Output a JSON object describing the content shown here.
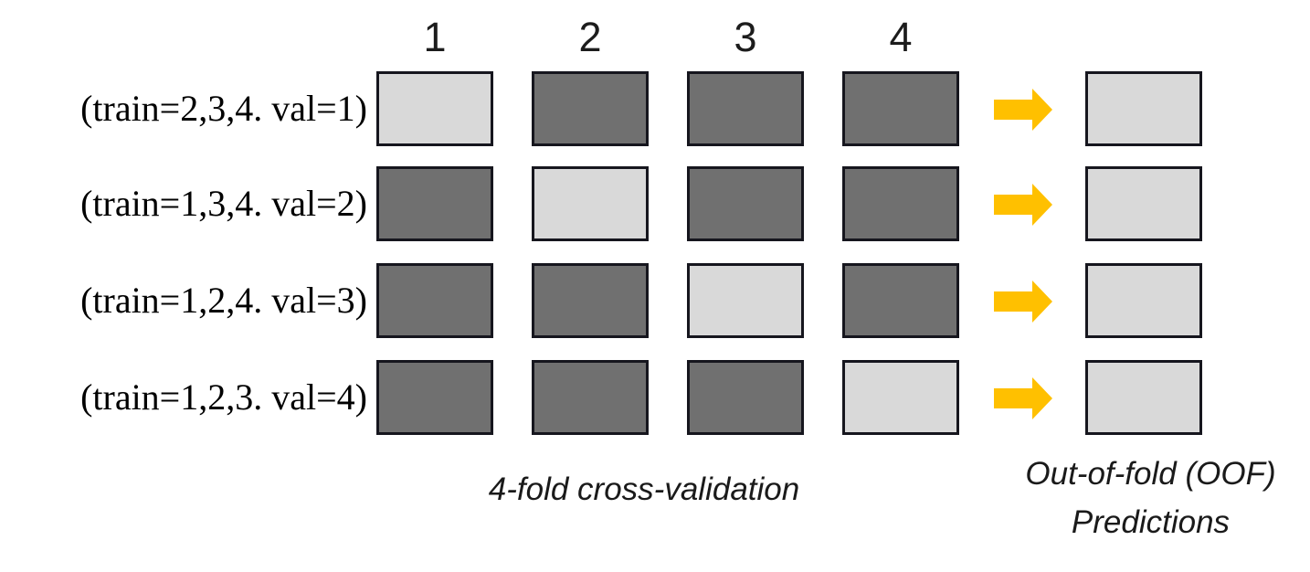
{
  "diagram": {
    "title_semantic": "4-fold cross-validation with out-of-fold predictions",
    "column_headers": [
      "1",
      "2",
      "3",
      "4"
    ],
    "rows": [
      {
        "label": "(train=2,3,4. val=1)",
        "cells": [
          "val",
          "train",
          "train",
          "train"
        ]
      },
      {
        "label": "(train=1,3,4. val=2)",
        "cells": [
          "train",
          "val",
          "train",
          "train"
        ]
      },
      {
        "label": "(train=1,2,4. val=3)",
        "cells": [
          "train",
          "train",
          "val",
          "train"
        ]
      },
      {
        "label": "(train=1,2,3. val=4)",
        "cells": [
          "train",
          "train",
          "train",
          "val"
        ]
      }
    ],
    "captions": {
      "cv": "4-fold cross-validation",
      "oof_line1": "Out-of-fold (OOF)",
      "oof_line2": "Predictions"
    },
    "colors": {
      "train_fill": "#707070",
      "val_fill": "#d9d9d9",
      "box_border": "#16161e",
      "arrow": "#ffc000",
      "text": "#000000"
    },
    "icons": {
      "arrow": "right-block-arrow-icon"
    }
  }
}
